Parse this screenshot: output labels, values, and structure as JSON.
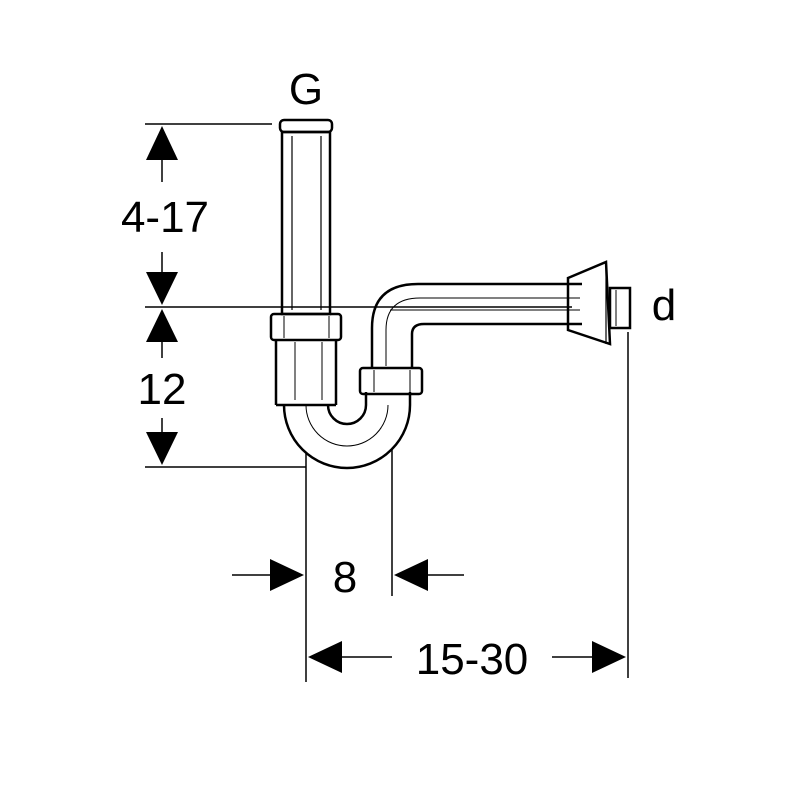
{
  "labels": {
    "inlet": "G",
    "outlet": "d",
    "dim_vertical_top": "4-17",
    "dim_vertical_bottom": "12",
    "dim_horizontal_inner": "8",
    "dim_horizontal_outer": "15-30"
  },
  "colors": {
    "line": "#000000",
    "background": "#ffffff"
  }
}
